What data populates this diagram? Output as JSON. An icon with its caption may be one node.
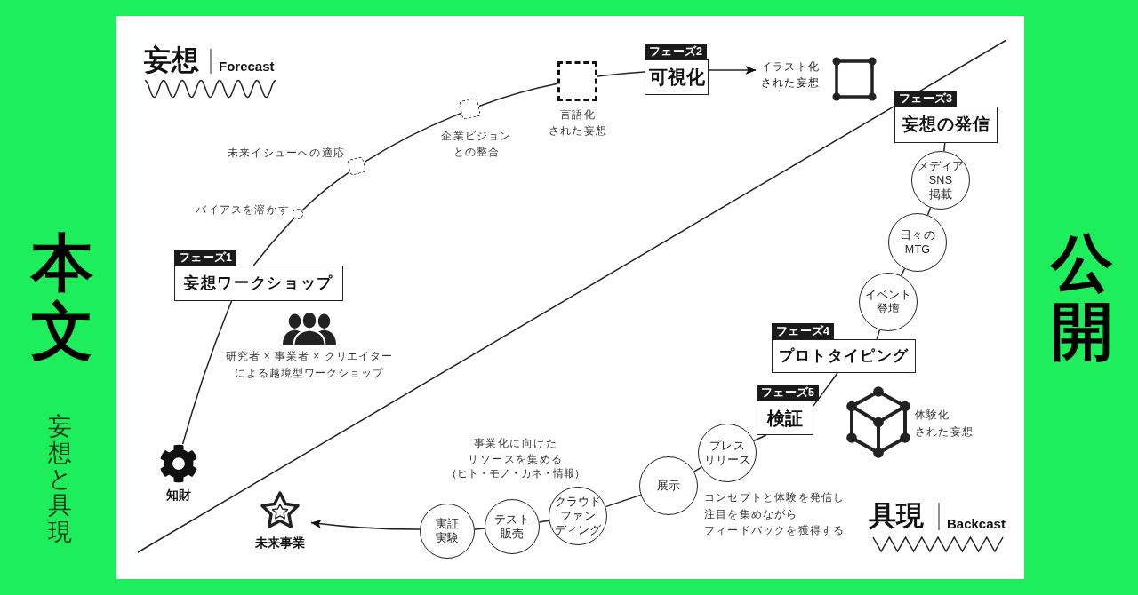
{
  "diagram": {
    "nodes": [
      {
        "text": [
          "知財"
        ]
      },
      {
        "text": [
          "フェーズ1",
          "妄想ワークショップ"
        ]
      },
      {
        "text": [],
        "shape": "circle",
        "beside": [
          "バイアスを溶かす"
        ]
      },
      {
        "text": [],
        "shape": "box",
        "beside": [
          "未来イシューへの適応"
        ]
      },
      {
        "text": [],
        "shape": "box",
        "beside": [
          "企業ビジョンとの整合"
        ]
      },
      {
        "text": [],
        "shape": "box",
        "beside": [
          "言語化された妄想"
        ]
      },
      {
        "text": [
          "フェーズ2",
          "可視化"
        ]
      },
      {
        "text": [
          "イラスト化された妄想"
        ]
      },
      {
        "text": [
          "フェーズ3",
          "妄想の発信"
        ]
      },
      {
        "text": [
          "メディアSNS掲載"
        ]
      },
      {
        "text": [
          "日々のMTG"
        ]
      },
      {
        "text": [
          "イベント登壇"
        ]
      },
      {
        "text": [
          "フェーズ4",
          "プロトタイピング"
        ]
      },
      {
        "text": [
          "フェーズ5",
          "検証"
        ]
      },
      {
        "text": [
          "プレスリリース"
        ]
      },
      {
        "text": [
          "展示"
        ]
      },
      {
        "text": [
          "クラウドファンディング"
        ]
      },
      {
        "text": [
          "テスト販売"
        ]
      },
      {
        "text": [
          "実証実験"
        ]
      },
      {
        "text": [
          "未来事業"
        ]
      }
    ],
    "edges": [
      {
        "from": 0,
        "to": 1,
        "arrow": "none"
      },
      {
        "from": 1,
        "to": 2,
        "arrow": "none"
      },
      {
        "from": 2,
        "to": 3,
        "arrow": "none"
      },
      {
        "from": 3,
        "to": 4,
        "arrow": "none"
      },
      {
        "from": 4,
        "to": 5,
        "arrow": "none"
      },
      {
        "from": 5,
        "to": 6,
        "arrow": "none"
      },
      {
        "from": 6,
        "to": 7,
        "arrow": "to"
      },
      {
        "from": 8,
        "to": 9,
        "arrow": "none"
      },
      {
        "from": 9,
        "to": 10,
        "arrow": "none"
      },
      {
        "from": 10,
        "to": 11,
        "arrow": "none"
      },
      {
        "from": 11,
        "to": 12,
        "arrow": "none"
      },
      {
        "from": 12,
        "to": 13,
        "arrow": "none"
      },
      {
        "from": 13,
        "to": 14,
        "arrow": "none"
      },
      {
        "from": 14,
        "to": 15,
        "arrow": "none"
      },
      {
        "from": 15,
        "to": 16,
        "arrow": "none"
      },
      {
        "from": 16,
        "to": 17,
        "arrow": "none"
      },
      {
        "from": 17,
        "to": 18,
        "arrow": "none"
      },
      {
        "from": 18,
        "to": 19,
        "arrow": "to"
      }
    ],
    "labels": [
      "本文",
      "妄想と具現",
      "妄想",
      "Forecast",
      "研究者 × 事業者 × クリエイターによる越境型ワークショップ",
      "事業化に向けたリソースを集める",
      "（ヒト・モノ・カネ・情報）",
      "体験化された妄想",
      "コンセプトと体験を発信し注目を集めながらフィードバックを獲得する",
      "具現",
      "Backcast",
      "公開"
    ]
  }
}
